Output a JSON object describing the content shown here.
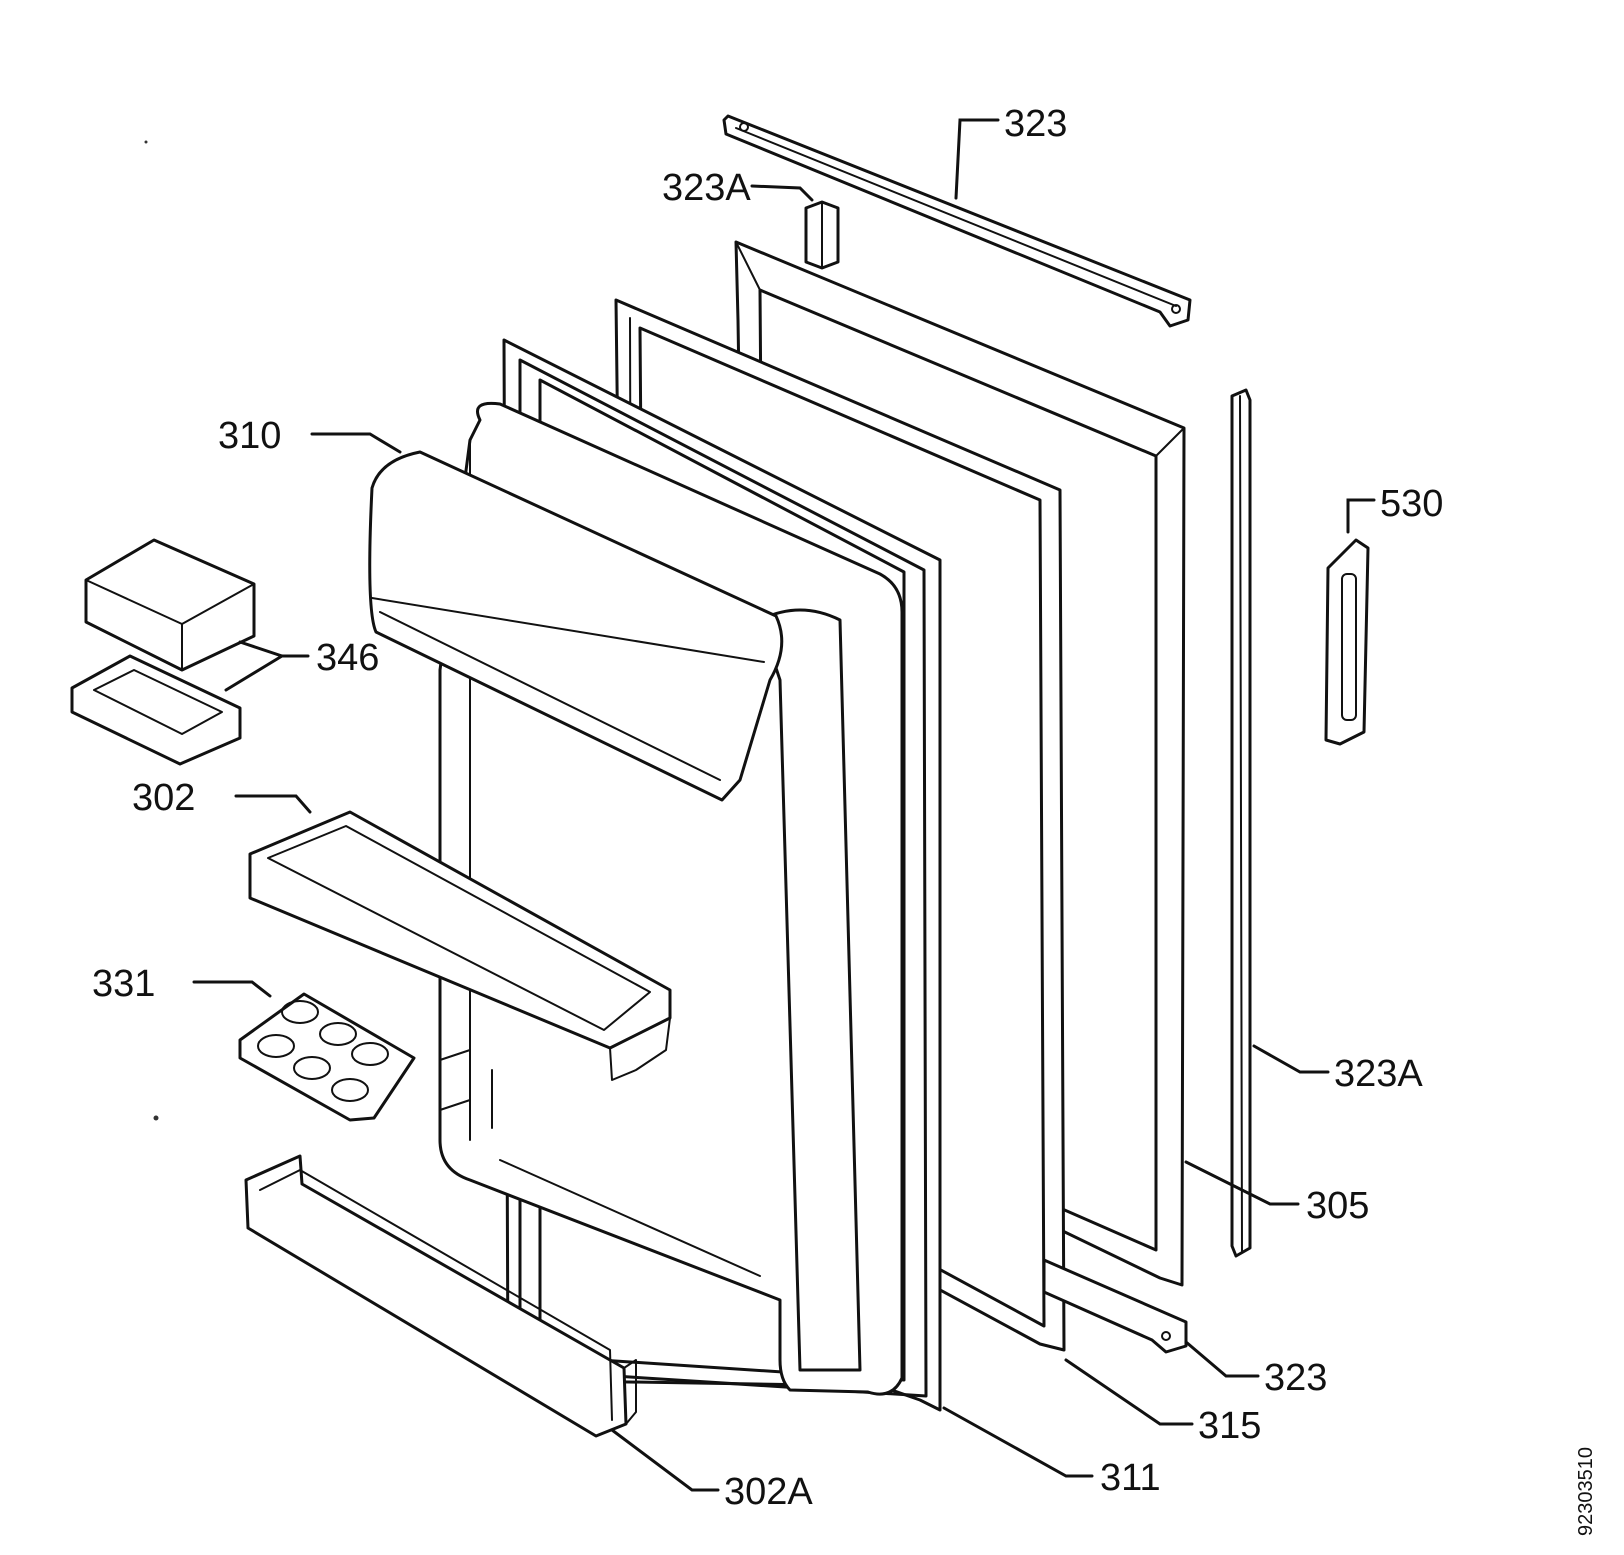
{
  "callouts": {
    "c323_top": "323",
    "c323a_top": "323A",
    "c310": "310",
    "c530": "530",
    "c346": "346",
    "c302": "302",
    "c331": "331",
    "c323a_right": "323A",
    "c305": "305",
    "c323_bottom": "323",
    "c315": "315",
    "c311": "311",
    "c302a": "302A"
  },
  "drawing_code": "92303510"
}
